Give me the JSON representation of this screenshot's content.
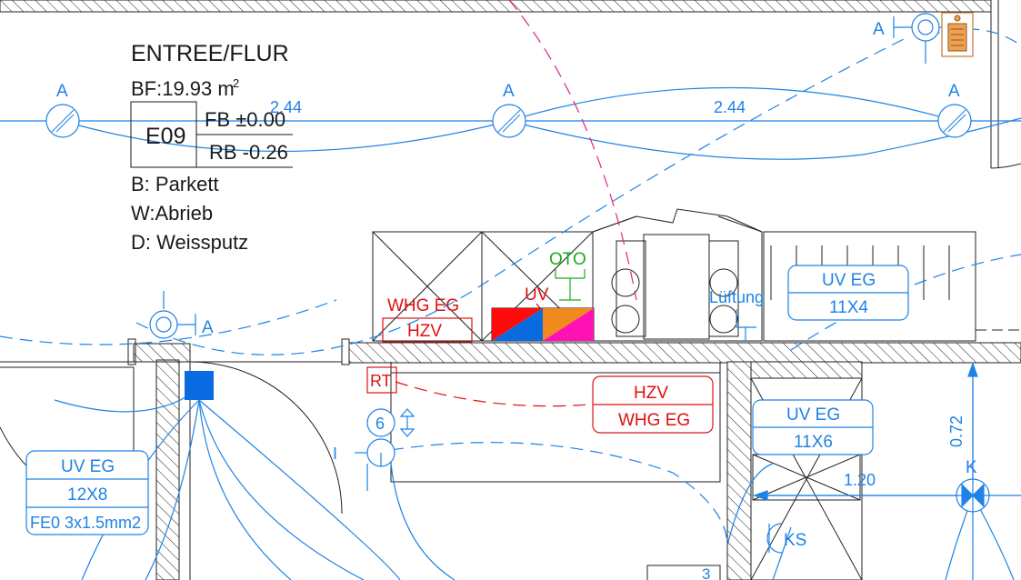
{
  "room": {
    "name": "ENTREE/FLUR",
    "area_label": "BF:19.93 m",
    "area_sup": "2",
    "number": "E09",
    "floor_level": "FB ±0.00",
    "raw_level": "RB -0.26",
    "finish_floor": "B: Parkett",
    "finish_wall": "W:Abrieb",
    "finish_ceiling": "D: Weissputz"
  },
  "symbol_labels": {
    "light_a": "A",
    "light_k": "K",
    "ks": "KS",
    "i": "I",
    "rt": "RT",
    "oto": "OTO",
    "uv": "UV",
    "luftung": "Lüftung",
    "switch_count": "6",
    "page_no": "3"
  },
  "dimensions": {
    "span_1": "2.44",
    "span_2": "2.44",
    "height": "0.72",
    "width": "1.20"
  },
  "labels": {
    "whg_eg_top": "WHG EG",
    "hzv_top": "HZV",
    "hzv_box_top": "HZV",
    "hzv_box_bottom": "WHG EG"
  },
  "circuits": {
    "c1": {
      "top": "UV EG",
      "bottom": "11X4"
    },
    "c2": {
      "top": "UV EG",
      "bottom": "11X6"
    },
    "c3": {
      "top": "UV EG",
      "mid": "12X8",
      "bottom": "FE0 3x1.5mm2"
    }
  },
  "colors": {
    "line_blue": "#1e82e6",
    "line_red": "#e01010",
    "line_magenta": "#e6208a",
    "line_green": "#1aaa1a",
    "fill_blue": "#0a6be0",
    "fill_red": "#ff0a0a",
    "fill_orange": "#f08a1e",
    "fill_magenta": "#ff12b4",
    "fill_brown": "#f0a050"
  }
}
